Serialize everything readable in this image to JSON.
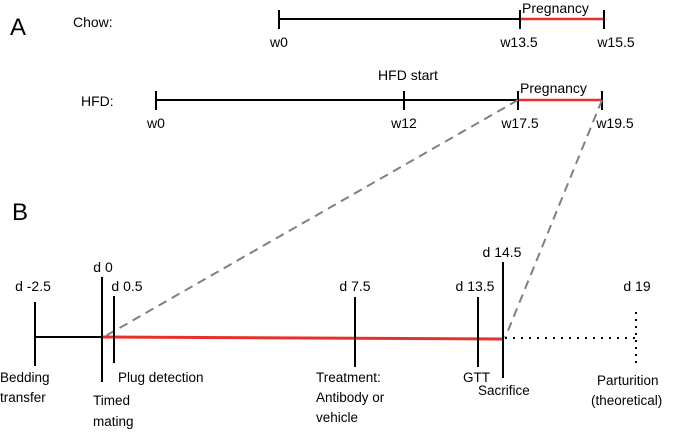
{
  "panel_a": {
    "label": "A",
    "chow": {
      "name": "Chow:",
      "weeks": [
        "w0",
        "w13.5",
        "w15.5"
      ],
      "pregnancy": "Pregnancy"
    },
    "hfd": {
      "name": "HFD:",
      "weeks": [
        "w0",
        "w12",
        "w17.5",
        "w19.5"
      ],
      "hfd_start": "HFD start",
      "pregnancy": "Pregnancy"
    }
  },
  "panel_b": {
    "label": "B",
    "days": {
      "d_neg2_5": "d -2.5",
      "d0": "d 0",
      "d0_5": "d 0.5",
      "d7_5": "d 7.5",
      "d13_5": "d 13.5",
      "d14_5": "d 14.5",
      "d19": "d 19"
    },
    "events": {
      "bedding": [
        "Bedding",
        "transfer"
      ],
      "timed_mating": [
        "Timed",
        "mating"
      ],
      "plug_detection": "Plug detection",
      "treatment": [
        "Treatment:",
        "Antibody or",
        "vehicle"
      ],
      "gtt": "GTT",
      "sacrifice": "Sacrifice",
      "parturition": [
        "Parturition",
        "(theoretical)"
      ]
    }
  },
  "colors": {
    "line": "#000000",
    "pregnancy": "#e8302b",
    "dashed": "#808080"
  }
}
